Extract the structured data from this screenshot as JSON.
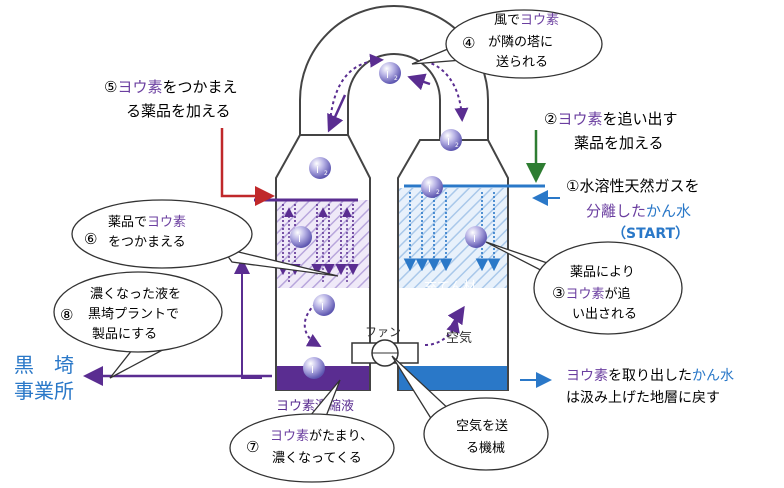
{
  "colors": {
    "purple": "#6b3fa0",
    "blue": "#2a78c8",
    "dark_purple": "#5a2d91",
    "red": "#c0282a",
    "green": "#2e7d32",
    "tower_fill": "#ffffff",
    "hatch_purple": "#c9b8e6",
    "hatch_blue": "#b8d2ee"
  },
  "labels": {
    "iodine": "I",
    "iodine2": "I",
    "sub2": "2",
    "fan": "ファン",
    "air": "空気",
    "packing": "充てん材",
    "concentrate": "ヨウ素濃縮液",
    "kurosaki_1": "黒　埼",
    "kurosaki_2": "事業所"
  },
  "steps": {
    "s1": {
      "num": "①",
      "line1": "水溶性天然ガスを",
      "line2a": "分離した",
      "line2b": "かん水",
      "line3": "（START）"
    },
    "s2": {
      "num": "②",
      "hl": "ヨウ素",
      "line1": "を追い出す",
      "line2": "薬品を加える"
    },
    "s3": {
      "line1": "薬品により",
      "num": "③",
      "hl": "ヨウ素",
      "line2": "が追",
      "line3": "い出される"
    },
    "s4": {
      "line1a": "風で",
      "hl": "ヨウ素",
      "num": "④",
      "line2": "が隣の塔に",
      "line3": "送られる"
    },
    "s5": {
      "num": "⑤",
      "hl": "ヨウ素",
      "line1": "をつかまえ",
      "line2": "る薬品を加える"
    },
    "s6": {
      "num": "⑥",
      "line1a": "薬品で",
      "hl": "ヨウ素",
      "line2": "をつかまえる"
    },
    "s7": {
      "num": "⑦",
      "hl": "ヨウ素",
      "line1": "がたまり、",
      "line2": "濃くなってくる"
    },
    "s8": {
      "num": "⑧",
      "line1": "濃くなった液を",
      "line2": "黒埼プラントで",
      "line3": "製品にする"
    },
    "fan_note": {
      "line1": "空気を送",
      "line2": "る機械"
    },
    "return": {
      "hl1": "ヨウ素",
      "line1": "を取り出した",
      "hl2": "かん水",
      "line2": "は汲み上げた地層に戻す"
    }
  }
}
